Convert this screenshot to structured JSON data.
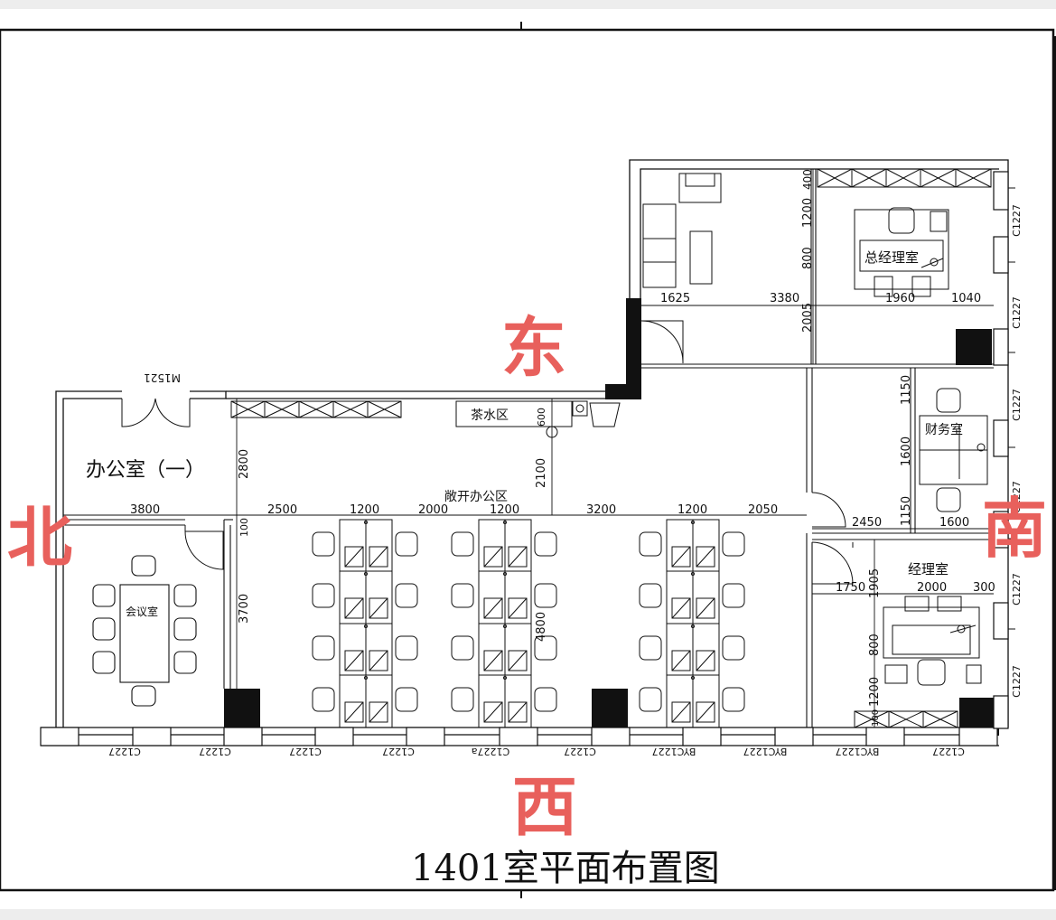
{
  "title": "1401室平面布置图",
  "colors": {
    "compass": "#e8605c",
    "line": "#111111",
    "paper": "#ffffff",
    "bg": "#ededed"
  },
  "compass": {
    "east": "东",
    "west": "西",
    "south": "南",
    "north": "北"
  },
  "rooms": {
    "office_one": "办公室（一）",
    "meeting": "会议室",
    "open_office": "敞开办公区",
    "tea": "茶水区",
    "gm": "总经理室",
    "finance": "财务室",
    "manager": "经理室"
  },
  "door_label": "M1521",
  "window_labels": [
    "C1227",
    "C1227",
    "C1227",
    "C1227",
    "C1227a",
    "C1227",
    "BYC1227",
    "BYC1227",
    "BYC1227",
    "C1227"
  ],
  "right_window_labels": [
    "C1227",
    "C1227",
    "C1227",
    "C1227",
    "C1227",
    "C1227"
  ],
  "dims_h": {
    "d3800": "3800",
    "d2500": "2500",
    "d1200a": "1200",
    "d2000": "2000",
    "d1200b": "1200",
    "d3200": "3200",
    "d1200c": "1200",
    "d2050": "2050",
    "d1625": "1625",
    "d3380": "3380",
    "d1960": "1960",
    "d1040": "1040",
    "d2450": "2450",
    "d1600h": "1600",
    "d1750": "1750",
    "d2000m": "2000",
    "d300": "300"
  },
  "dims_v": {
    "d2800": "2800",
    "d100": "100",
    "d3700": "3700",
    "d2100": "2100",
    "d600": "600",
    "d4800": "4800",
    "d400": "400",
    "d1200a": "1200",
    "d800a": "800",
    "d2005": "2005",
    "d1150a": "1150",
    "d1600": "1600",
    "d1150b": "1150",
    "d1905": "1905",
    "d800b": "800",
    "d1200b": "1200",
    "d100b": "100"
  }
}
